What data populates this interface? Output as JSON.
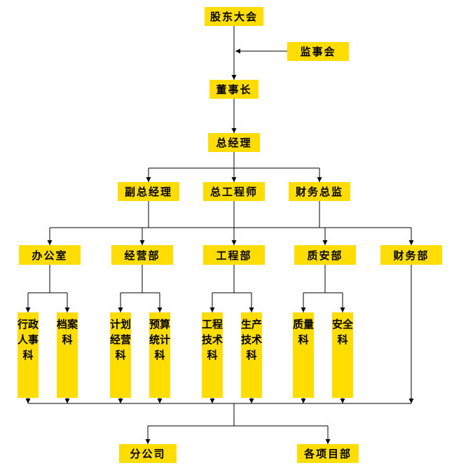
{
  "diagram": {
    "type": "org-chart",
    "background": "#ffffff",
    "colors": {
      "box_fill": "#ffdd00",
      "line": "#000000",
      "text": "#000000"
    },
    "nodes": {
      "shareholders_meeting": "股东大会",
      "supervisory_board": "监事会",
      "chairman": "董事长",
      "general_manager": "总经理",
      "deputy_general_manager": "副总经理",
      "chief_engineer": "总工程师",
      "finance_director": "财务总监",
      "office": "办公室",
      "business_dept": "经营部",
      "engineering_dept": "工程部",
      "quality_safety_dept": "质安部",
      "finance_dept": "财务部",
      "admin_hr_section": "行政人事科",
      "archives_section": "档案科",
      "planning_business_section": "计划经营科",
      "budget_statistics_section": "预算统计科",
      "engineering_tech_section": "工程技术科",
      "production_tech_section": "生产技术科",
      "quality_section": "质量科",
      "safety_section": "安全科",
      "branch_company": "分公司",
      "project_departments": "各项目部"
    },
    "edges": [
      {
        "from": "shareholders_meeting",
        "to": "chairman"
      },
      {
        "from": "supervisory_board",
        "to": "chairman"
      },
      {
        "from": "chairman",
        "to": "general_manager"
      },
      {
        "from": "general_manager",
        "to": "deputy_general_manager"
      },
      {
        "from": "general_manager",
        "to": "chief_engineer"
      },
      {
        "from": "general_manager",
        "to": "finance_director"
      },
      {
        "from": "chief_engineer",
        "to": "office"
      },
      {
        "from": "chief_engineer",
        "to": "business_dept"
      },
      {
        "from": "chief_engineer",
        "to": "engineering_dept"
      },
      {
        "from": "chief_engineer",
        "to": "quality_safety_dept"
      },
      {
        "from": "chief_engineer",
        "to": "finance_dept"
      },
      {
        "from": "office",
        "to": "admin_hr_section"
      },
      {
        "from": "office",
        "to": "archives_section"
      },
      {
        "from": "business_dept",
        "to": "planning_business_section"
      },
      {
        "from": "business_dept",
        "to": "budget_statistics_section"
      },
      {
        "from": "engineering_dept",
        "to": "engineering_tech_section"
      },
      {
        "from": "engineering_dept",
        "to": "production_tech_section"
      },
      {
        "from": "quality_safety_dept",
        "to": "quality_section"
      },
      {
        "from": "quality_safety_dept",
        "to": "safety_section"
      },
      {
        "from": "all_sections",
        "to": "branch_company"
      },
      {
        "from": "all_sections",
        "to": "project_departments"
      }
    ]
  }
}
